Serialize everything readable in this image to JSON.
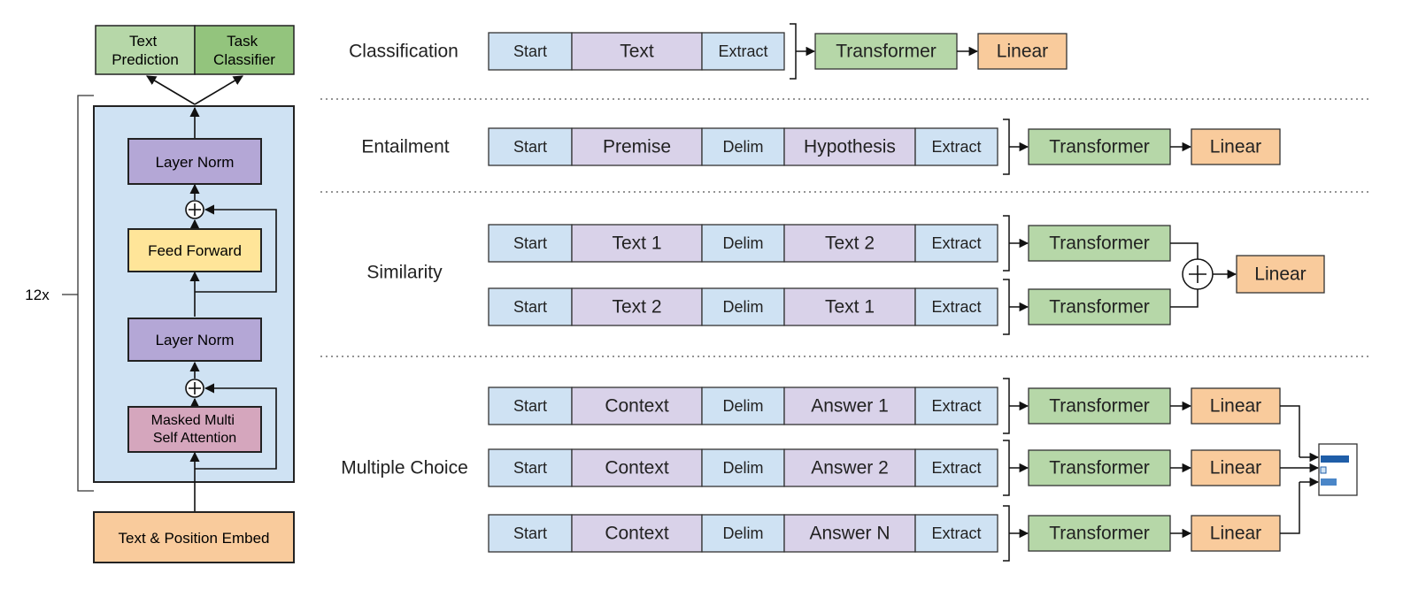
{
  "architecture": {
    "repeat_label": "12x",
    "output_heads": [
      "Text\nPrediction",
      "Task\nClassifier"
    ],
    "blocks": {
      "layer_norm_top": "Layer Norm",
      "feed_forward": "Feed Forward",
      "layer_norm_bottom": "Layer Norm",
      "attention": "Masked Multi\nSelf Attention",
      "embed": "Text & Position Embed"
    }
  },
  "tasks": [
    {
      "name": "Classification",
      "rows": [
        {
          "tokens": [
            "Start",
            "Text",
            "Extract"
          ],
          "ops": [
            "Transformer",
            "Linear"
          ]
        }
      ]
    },
    {
      "name": "Entailment",
      "rows": [
        {
          "tokens": [
            "Start",
            "Premise",
            "Delim",
            "Hypothesis",
            "Extract"
          ],
          "ops": [
            "Transformer",
            "Linear"
          ]
        }
      ]
    },
    {
      "name": "Similarity",
      "rows": [
        {
          "tokens": [
            "Start",
            "Text 1",
            "Delim",
            "Text 2",
            "Extract"
          ],
          "ops": [
            "Transformer"
          ]
        },
        {
          "tokens": [
            "Start",
            "Text 2",
            "Delim",
            "Text 1",
            "Extract"
          ],
          "ops": [
            "Transformer"
          ]
        }
      ],
      "merge_op": "Linear"
    },
    {
      "name": "Multiple Choice",
      "rows": [
        {
          "tokens": [
            "Start",
            "Context",
            "Delim",
            "Answer 1",
            "Extract"
          ],
          "ops": [
            "Transformer",
            "Linear"
          ]
        },
        {
          "tokens": [
            "Start",
            "Context",
            "Delim",
            "Answer 2",
            "Extract"
          ],
          "ops": [
            "Transformer",
            "Linear"
          ]
        },
        {
          "tokens": [
            "Start",
            "Context",
            "Delim",
            "Answer N",
            "Extract"
          ],
          "ops": [
            "Transformer",
            "Linear"
          ]
        }
      ]
    }
  ],
  "colors": {
    "start": "#cfe2f3",
    "content": "#d9d2e9",
    "transformer": "#b6d7a8",
    "linear": "#f9cb9c",
    "head_left": "#b6d7a8",
    "head_right": "#93c47d",
    "block_bg": "#cfe2f3",
    "layer_norm": "#b4a7d6",
    "feed_forward": "#ffe599",
    "attention": "#d5a6bd",
    "embed": "#f9cb9c",
    "softmax_bar": "#1f5ea8",
    "softmax_bar_light": "#4a86c8"
  }
}
